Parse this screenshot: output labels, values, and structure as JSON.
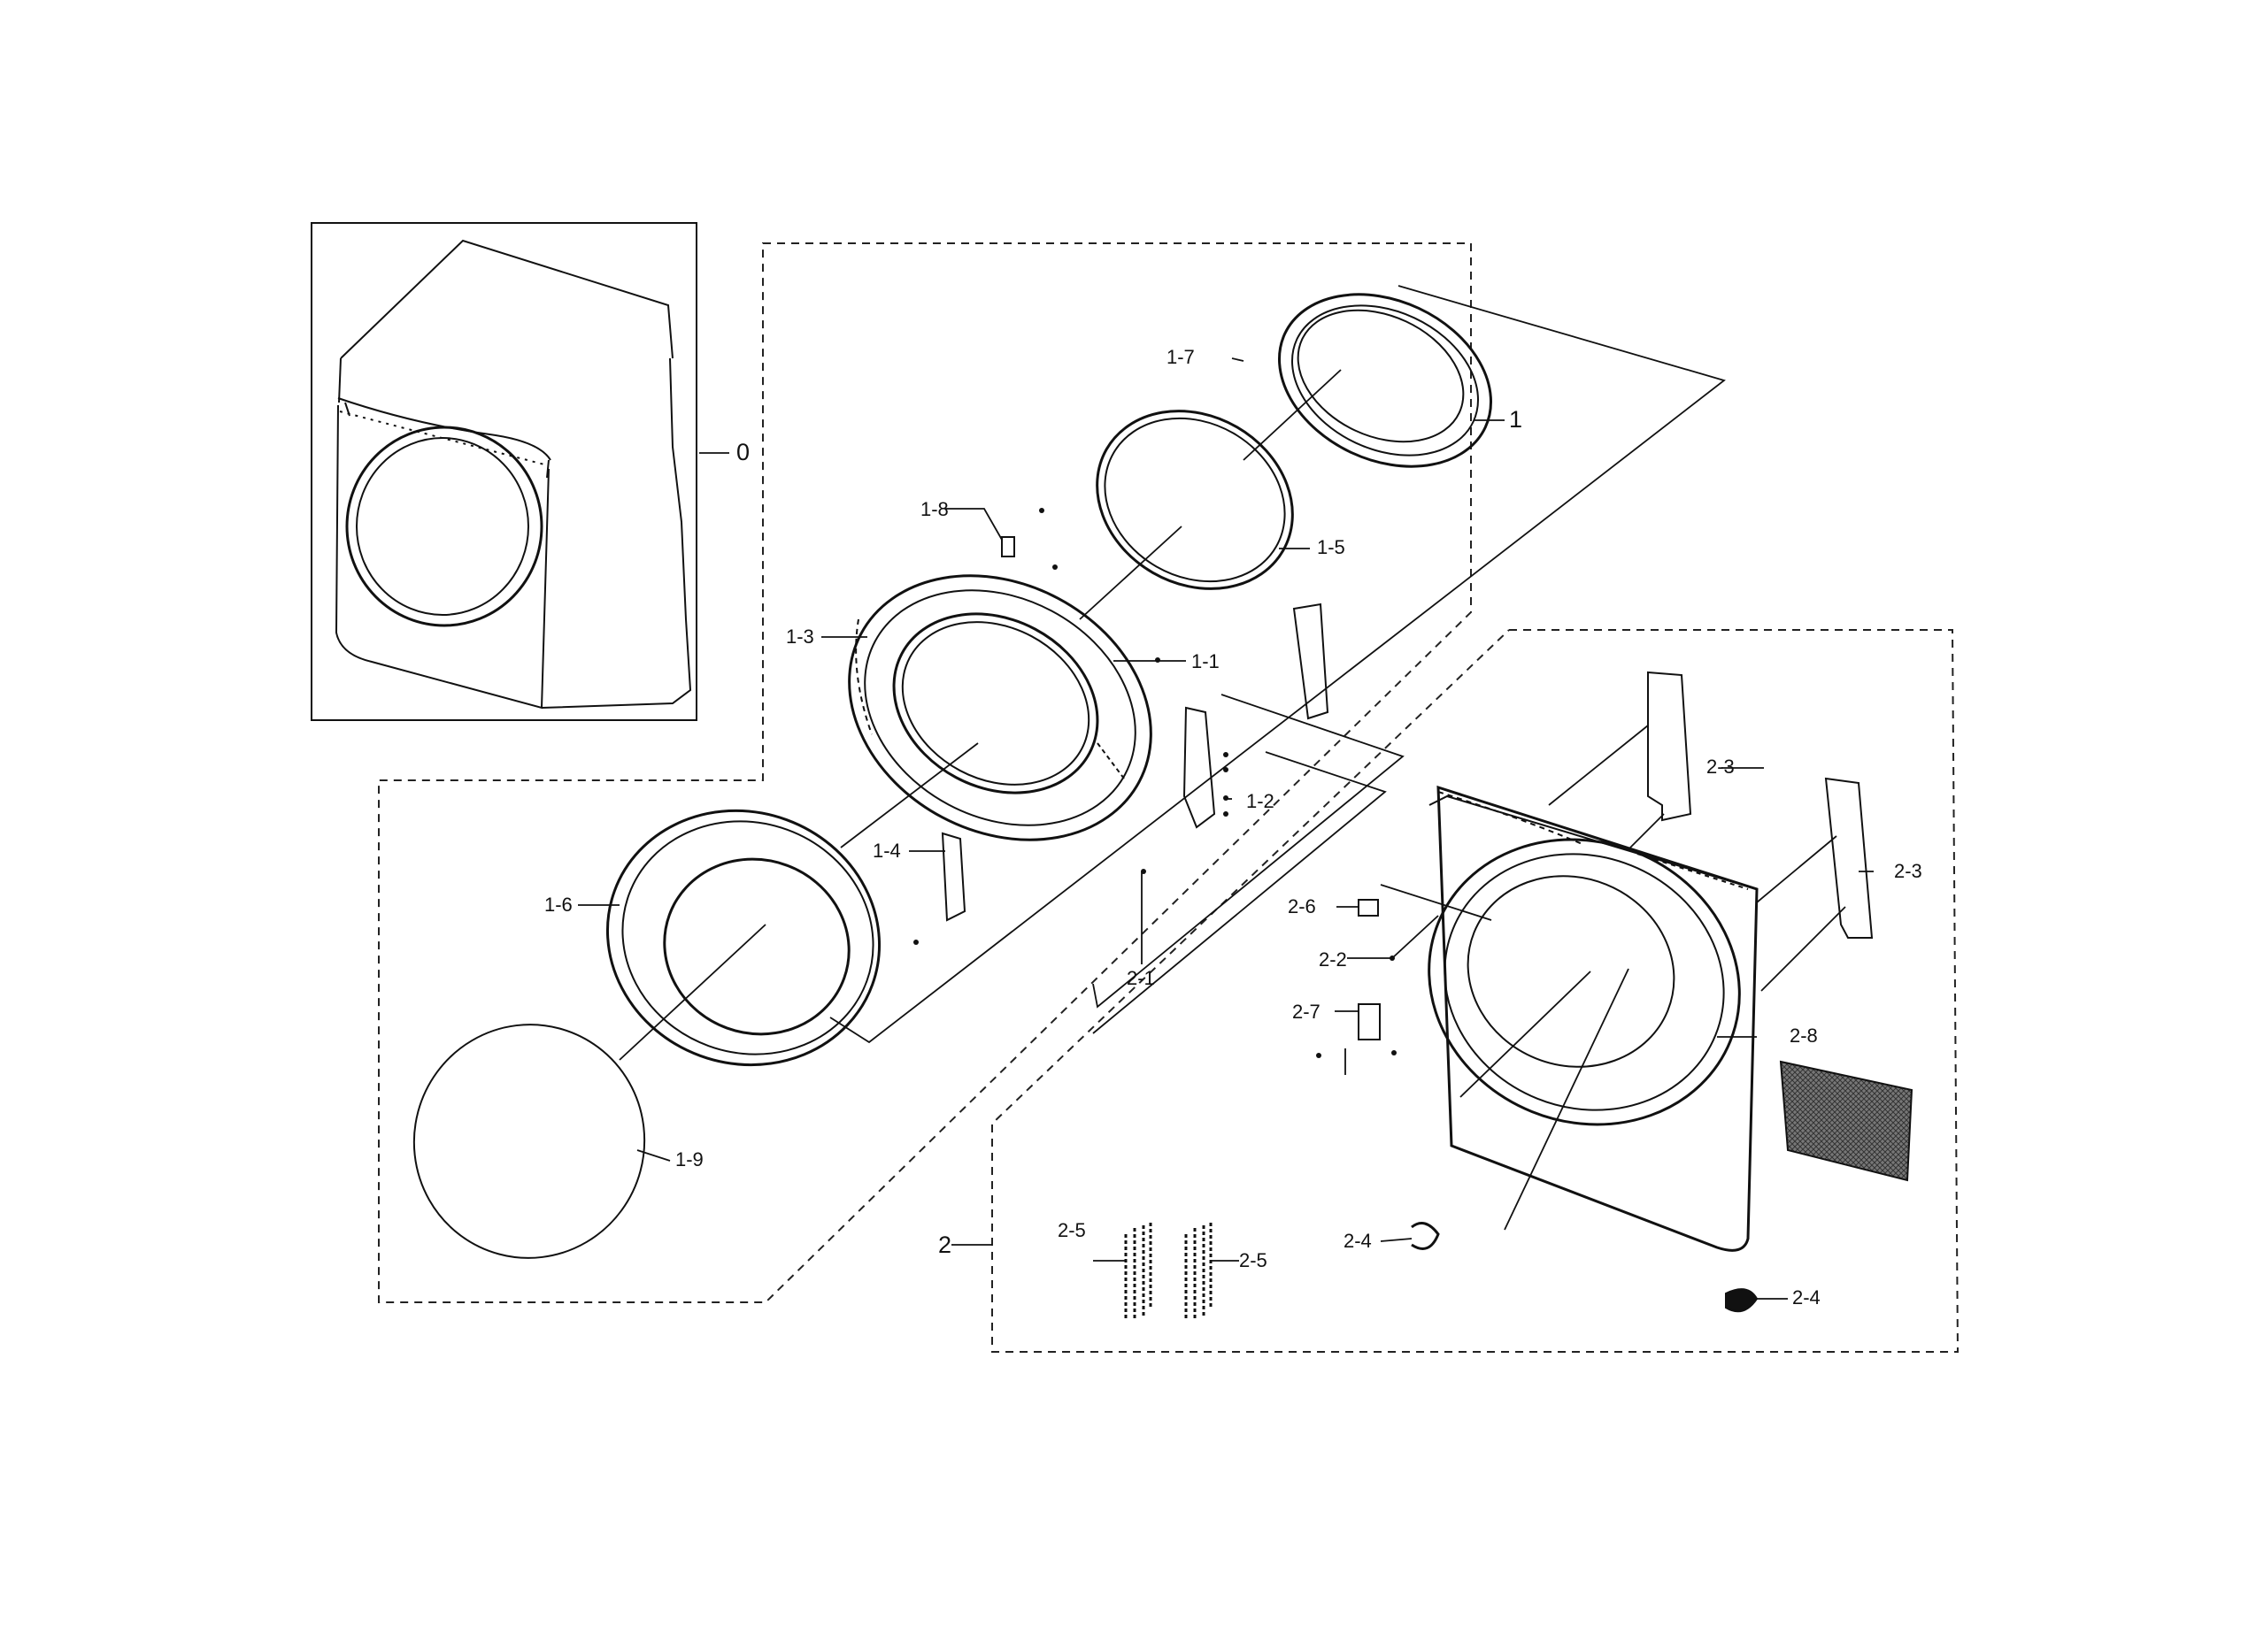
{
  "callouts": {
    "c0": "0",
    "c1": "1",
    "c1_1": "1-1",
    "c1_2": "1-2",
    "c1_3": "1-3",
    "c1_4": "1-4",
    "c1_5": "1-5",
    "c1_6": "1-6",
    "c1_7": "1-7",
    "c1_8": "1-8",
    "c1_9": "1-9",
    "c2": "2",
    "c2_1": "2-1",
    "c2_2": "2-2",
    "c2_3a": "2-3",
    "c2_3b": "2-3",
    "c2_4a": "2-4",
    "c2_4b": "2-4",
    "c2_5a": "2-5",
    "c2_5b": "2-5",
    "c2_6": "2-6",
    "c2_7": "2-7",
    "c2_8": "2-8"
  }
}
